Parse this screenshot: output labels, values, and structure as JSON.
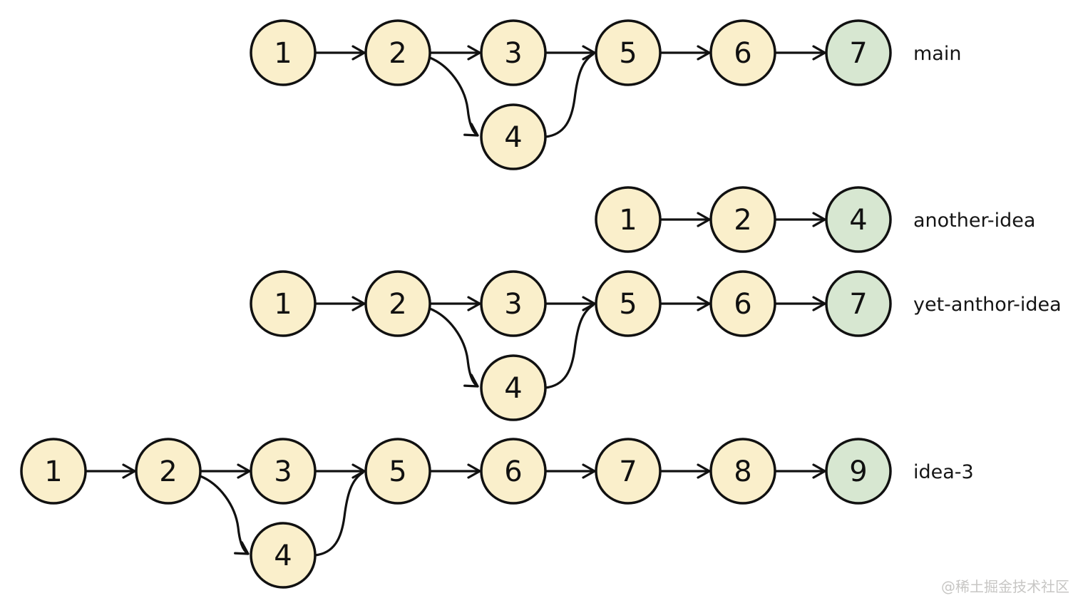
{
  "legend": {
    "commit_fill": "#FAEFCB",
    "head_fill": "#D7E7D1",
    "stroke": "#111111"
  },
  "watermark": "@稀土掘金技术社区",
  "branches": [
    {
      "name": "main",
      "nodes": [
        {
          "label": "1"
        },
        {
          "label": "2"
        },
        {
          "label": "3"
        },
        {
          "label": "5"
        },
        {
          "label": "6"
        },
        {
          "label": "7",
          "head": true
        },
        {
          "label": "4",
          "on_branch_path": true
        }
      ],
      "edges": [
        [
          "1",
          "2"
        ],
        [
          "2",
          "3"
        ],
        [
          "3",
          "5"
        ],
        [
          "5",
          "6"
        ],
        [
          "6",
          "7"
        ],
        [
          "2",
          "4"
        ],
        [
          "4",
          "5"
        ]
      ]
    },
    {
      "name": "another-idea",
      "nodes": [
        {
          "label": "1"
        },
        {
          "label": "2"
        },
        {
          "label": "4",
          "head": true
        }
      ],
      "edges": [
        [
          "1",
          "2"
        ],
        [
          "2",
          "4"
        ]
      ]
    },
    {
      "name": "yet-anthor-idea",
      "nodes": [
        {
          "label": "1"
        },
        {
          "label": "2"
        },
        {
          "label": "3"
        },
        {
          "label": "5"
        },
        {
          "label": "6"
        },
        {
          "label": "7",
          "head": true
        },
        {
          "label": "4",
          "on_branch_path": true
        }
      ],
      "edges": [
        [
          "1",
          "2"
        ],
        [
          "2",
          "3"
        ],
        [
          "3",
          "5"
        ],
        [
          "5",
          "6"
        ],
        [
          "6",
          "7"
        ],
        [
          "2",
          "4"
        ],
        [
          "4",
          "5"
        ]
      ]
    },
    {
      "name": "idea-3",
      "nodes": [
        {
          "label": "1"
        },
        {
          "label": "2"
        },
        {
          "label": "3"
        },
        {
          "label": "5"
        },
        {
          "label": "6"
        },
        {
          "label": "7"
        },
        {
          "label": "8"
        },
        {
          "label": "9",
          "head": true
        },
        {
          "label": "4",
          "on_branch_path": true
        }
      ],
      "edges": [
        [
          "1",
          "2"
        ],
        [
          "2",
          "3"
        ],
        [
          "3",
          "5"
        ],
        [
          "5",
          "6"
        ],
        [
          "6",
          "7"
        ],
        [
          "7",
          "8"
        ],
        [
          "8",
          "9"
        ],
        [
          "2",
          "4"
        ],
        [
          "4",
          "5"
        ]
      ]
    }
  ]
}
